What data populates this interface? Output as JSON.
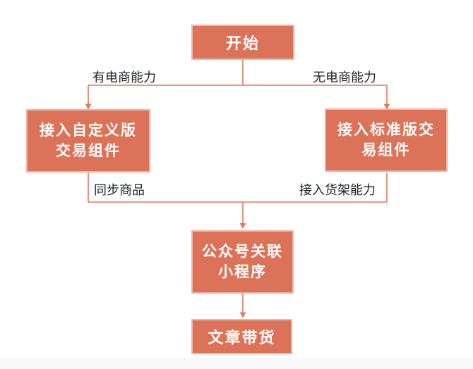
{
  "flowchart": {
    "nodes": {
      "start": {
        "label": "开始"
      },
      "custom": {
        "line1": "接入自定义版",
        "line2": "交易组件"
      },
      "standard": {
        "line1": "接入标准版交",
        "line2": "易组件"
      },
      "mini_program": {
        "line1": "公众号关联",
        "line2": "小程序"
      },
      "article": {
        "label": "文章带货"
      }
    },
    "edge_labels": {
      "has_ecommerce": "有电商能力",
      "no_ecommerce": "无电商能力",
      "sync_goods": "同步商品",
      "shelf_ability": "接入货架能力"
    },
    "colors": {
      "node_fill": "#dc7257",
      "node_border": "#f0b4a3",
      "node_text": "#ffffff",
      "line": "#e0795e",
      "label_text": "#1e2328",
      "footer_strip": "#f8f8f9"
    }
  }
}
